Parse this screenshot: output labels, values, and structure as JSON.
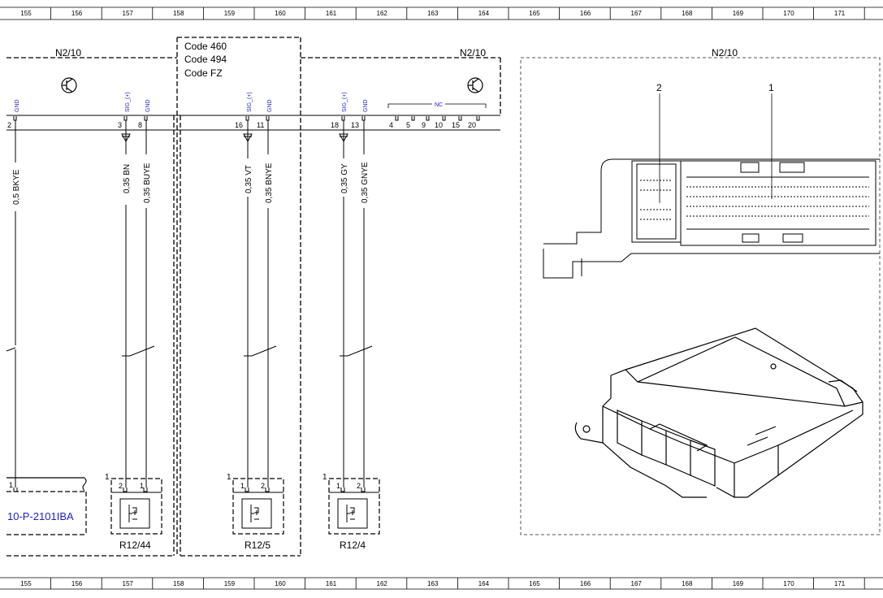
{
  "ruler": [
    "155",
    "156",
    "157",
    "158",
    "159",
    "160",
    "161",
    "162",
    "163",
    "164",
    "165",
    "166",
    "167",
    "168",
    "169",
    "170",
    "171"
  ],
  "module_label": "N2/10",
  "code_box": [
    "Code 460",
    "Code 494",
    "Code FZ"
  ],
  "pins_left": {
    "p2": {
      "pin": "2",
      "sig": "GND"
    },
    "p3": {
      "pin": "3",
      "sig": "SIG_(+)"
    },
    "p8": {
      "pin": "8",
      "sig": "GND"
    }
  },
  "pins_mid": {
    "p16": {
      "pin": "16",
      "sig": "SIG_(+)"
    },
    "p11": {
      "pin": "11",
      "sig": "GND"
    }
  },
  "pins_right": {
    "p18": {
      "pin": "18",
      "sig": "SIG_(+)"
    },
    "p13": {
      "pin": "13",
      "sig": "GND"
    }
  },
  "nc": {
    "label": "NC",
    "pins": [
      "4",
      "5",
      "9",
      "10",
      "15",
      "20"
    ]
  },
  "wires": {
    "w1": "0,5 BKYE",
    "w2": "0,35 BN",
    "w3": "0,35 BUYE",
    "w4": "0,35 VT",
    "w5": "0,35 BNYE",
    "w6": "0,35 GY",
    "w7": "0,35 GNYE"
  },
  "components": {
    "left": {
      "label": "10-P-2101IBA",
      "pin": "1",
      "ref": "1"
    },
    "r12_44": {
      "label": "R12/44",
      "ref": "1",
      "pin_a": "2",
      "pin_b": "1"
    },
    "r12_5": {
      "label": "R12/5",
      "ref": "1",
      "pin_a": "1",
      "pin_b": "2"
    },
    "r12_4": {
      "label": "R12/4",
      "ref": "1",
      "pin_a": "1",
      "pin_b": "2"
    }
  },
  "connector_callouts": {
    "c2": "2",
    "c1": "1"
  },
  "colors": {
    "link": "#2020c8",
    "line": "#000000",
    "frame": "#555555"
  }
}
